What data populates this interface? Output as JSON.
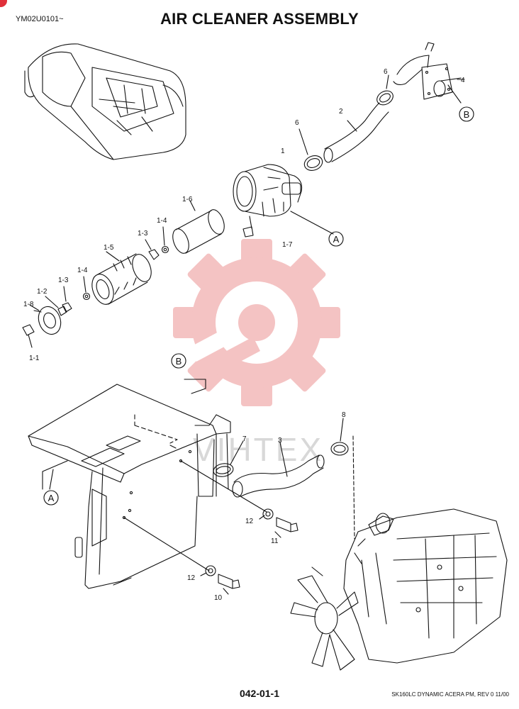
{
  "header": {
    "ref_code": "YM02U0101~",
    "title": "AIR CLEANER ASSEMBLY"
  },
  "diagram": {
    "labels": {
      "p1": "1",
      "p1_1": "1-1",
      "p1_2": "1-2",
      "p1_3a": "1-3",
      "p1_3b": "1-3",
      "p1_4a": "1-4",
      "p1_4b": "1-4",
      "p1_5": "1-5",
      "p1_6": "1-6",
      "p1_7": "1-7",
      "p1_8": "1-8",
      "p2": "2",
      "p3": "3",
      "p4": "4",
      "p6a": "6",
      "p6b": "6",
      "p7": "7",
      "p8": "8",
      "p10": "10",
      "p11": "11",
      "p12a": "12",
      "p12b": "12"
    },
    "callouts": {
      "a_top": "A",
      "a_bottom": "A",
      "b_top": "B",
      "b_bottom": "B"
    },
    "watermark": "VIHTEX"
  },
  "footer": {
    "page_number": "042-01-1",
    "model_revision": "SK160LC DYNAMIC ACERA PM,  REV 0 11/00"
  },
  "colors": {
    "watermark": "#f3b9b9",
    "line": "#111111",
    "corner_mark": "#e0303a"
  }
}
